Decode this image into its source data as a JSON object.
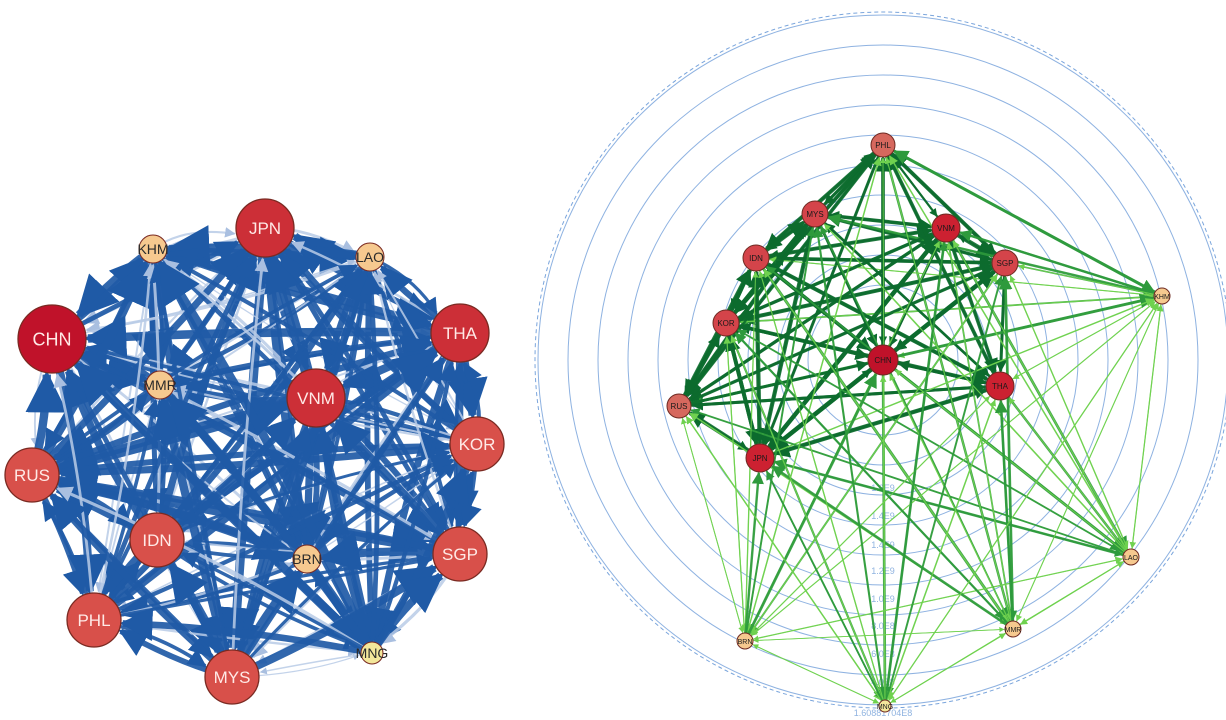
{
  "left_network": {
    "nodes": [
      {
        "id": "JPN",
        "label": "JPN",
        "tier": "large"
      },
      {
        "id": "KHM",
        "label": "KHM",
        "tier": "small"
      },
      {
        "id": "LAO",
        "label": "LAO",
        "tier": "small"
      },
      {
        "id": "CHN",
        "label": "CHN",
        "tier": "xlarge"
      },
      {
        "id": "THA",
        "label": "THA",
        "tier": "large"
      },
      {
        "id": "MMR",
        "label": "MMR",
        "tier": "small"
      },
      {
        "id": "VNM",
        "label": "VNM",
        "tier": "large"
      },
      {
        "id": "KOR",
        "label": "KOR",
        "tier": "medium"
      },
      {
        "id": "RUS",
        "label": "RUS",
        "tier": "medium"
      },
      {
        "id": "IDN",
        "label": "IDN",
        "tier": "medium"
      },
      {
        "id": "BRN",
        "label": "BRN",
        "tier": "small"
      },
      {
        "id": "SGP",
        "label": "SGP",
        "tier": "medium"
      },
      {
        "id": "PHL",
        "label": "PHL",
        "tier": "medium"
      },
      {
        "id": "MYS",
        "label": "MYS",
        "tier": "medium"
      },
      {
        "id": "MNG",
        "label": "MNG",
        "tier": "tiny"
      }
    ],
    "colors": {
      "edge": "#1f5aa6",
      "edge_light": "#b9cbe6",
      "xlarge": "#c0122a",
      "large": "#cc2f37",
      "medium": "#d8504a",
      "light": "#e3776a",
      "small": "#f6c98f",
      "tiny": "#f3e79b"
    }
  },
  "right_network": {
    "nodes": [
      {
        "id": "PHL",
        "label": "PHL",
        "tier": "light"
      },
      {
        "id": "MYS",
        "label": "MYS",
        "tier": "medium"
      },
      {
        "id": "VNM",
        "label": "VNM",
        "tier": "large"
      },
      {
        "id": "IDN",
        "label": "IDN",
        "tier": "medium"
      },
      {
        "id": "SGP",
        "label": "SGP",
        "tier": "medium"
      },
      {
        "id": "KHM",
        "label": "KHM",
        "tier": "small"
      },
      {
        "id": "KOR",
        "label": "KOR",
        "tier": "medium"
      },
      {
        "id": "CHN",
        "label": "CHN",
        "tier": "xlarge"
      },
      {
        "id": "THA",
        "label": "THA",
        "tier": "large"
      },
      {
        "id": "RUS",
        "label": "RUS",
        "tier": "light"
      },
      {
        "id": "JPN",
        "label": "JPN",
        "tier": "large"
      },
      {
        "id": "LAO",
        "label": "LAO",
        "tier": "small"
      },
      {
        "id": "BRN",
        "label": "BRN",
        "tier": "small"
      },
      {
        "id": "MMR",
        "label": "MMR",
        "tier": "small"
      },
      {
        "id": "MNG",
        "label": "MNG",
        "tier": "tiny"
      }
    ],
    "ring_labels": [
      "1.6E9",
      "1.4E9",
      "1.4E9",
      "1.2E9",
      "1.0E9",
      "8.0E8",
      "6.0E8",
      "4.0E8",
      "1.60881704E8"
    ],
    "colors": {
      "ring": "#7aa5dc",
      "ring_label": "#8fb3e0",
      "edge_dark": "#0c6b2e",
      "edge_mid": "#2e9a3c",
      "edge_light": "#6fd14f"
    }
  }
}
